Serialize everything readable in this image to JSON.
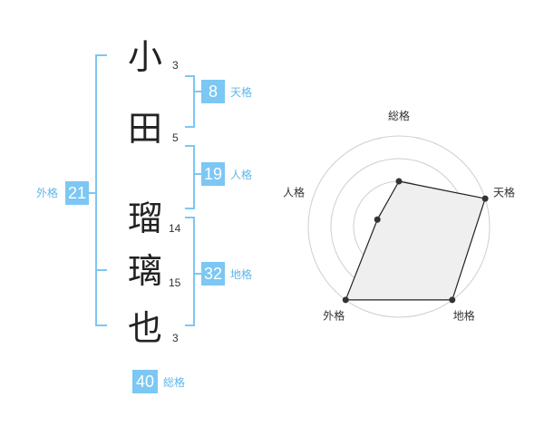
{
  "name": {
    "chars": [
      {
        "char": "小",
        "strokes": "3"
      },
      {
        "char": "田",
        "strokes": "5"
      },
      {
        "char": "瑠",
        "strokes": "14"
      },
      {
        "char": "璃",
        "strokes": "15"
      },
      {
        "char": "也",
        "strokes": "3"
      }
    ]
  },
  "fortunes": {
    "tenkaku": {
      "value": "8",
      "label": "天格"
    },
    "jinkaku": {
      "value": "19",
      "label": "人格"
    },
    "chikaku": {
      "value": "32",
      "label": "地格"
    },
    "gaikaku": {
      "value": "21",
      "label": "外格"
    },
    "soukaku": {
      "value": "40",
      "label": "総格"
    }
  },
  "colors": {
    "accent": "#7cc7f3",
    "label": "#5fb6ea"
  },
  "chart_data": {
    "type": "radar",
    "axes": [
      "総格",
      "天格",
      "地格",
      "外格",
      "人格"
    ],
    "values": [
      2,
      4,
      4,
      4,
      1
    ],
    "max": 4
  }
}
